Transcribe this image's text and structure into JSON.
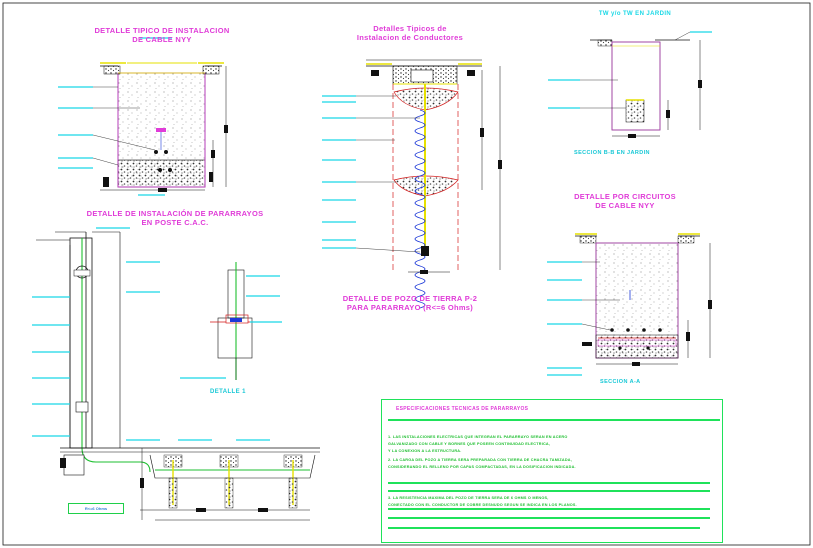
{
  "titles": {
    "cable_nyy_line1": "DETALLE TIPICO DE INSTALACION",
    "cable_nyy_line2": "DE CABLE NYY",
    "conductores_line1": "Detalles Tipicos de",
    "conductores_line2": "Instalacion de Conductores",
    "jardin": "TW y/o TW EN JARDIN",
    "pararrayos_line1": "DETALLE DE INSTALACIÓN DE PARARRAYOS",
    "pararrayos_line2": "EN POSTE C.A.C.",
    "circuitos_line1": "DETALLE POR CIRCUITOS",
    "circuitos_line2": "DE CABLE NYY",
    "pozo_line1": "DETALLE DE POZO DE TIERRA  P-2",
    "pozo_line2": "PARA  PARARRAYO (R<=6 Ohms)"
  },
  "captions": {
    "seccion_jardin": "SECCION B-B EN JARDIN",
    "seccion_aa": "SECCION A-A",
    "detalle_1": "DETALLE 1",
    "resistencia": "R<=6  Ohms"
  },
  "notes": {
    "title": "ESPECIFICACIONES TECNICAS DE PARARRAYOS",
    "lines": [
      "1. LAS INSTALACIONES ELECTRICAS QUE INTEGRAN EL PARARRAYO SERAN EN ACERO",
      "   GALVANIZADO CON CABLE Y BORNES QUE POSEEN CONTINUIDAD ELECTRICA,",
      "   Y LA CONEXION A LA ESTRUCTURA.",
      "2. LA CARGA DEL POZO A TIERRA SERA PREPARADA CON TIERRA DE CHACRA TAMIZADA,",
      "   CONSIDERANDO EL RELLENO POR CAPAS COMPACTADAS, EN LA DOSIFICACION INDICADA.",
      "3. LA RESISTENCIA MAXIMA DEL POZO DE TIERRA SERA DE 6 OHMS O MENOS,",
      "   CONECTADO CON EL CONDUCTOR DE COBRE DESNUDO SEGUN SE INDICA EN LOS PLANOS."
    ]
  }
}
